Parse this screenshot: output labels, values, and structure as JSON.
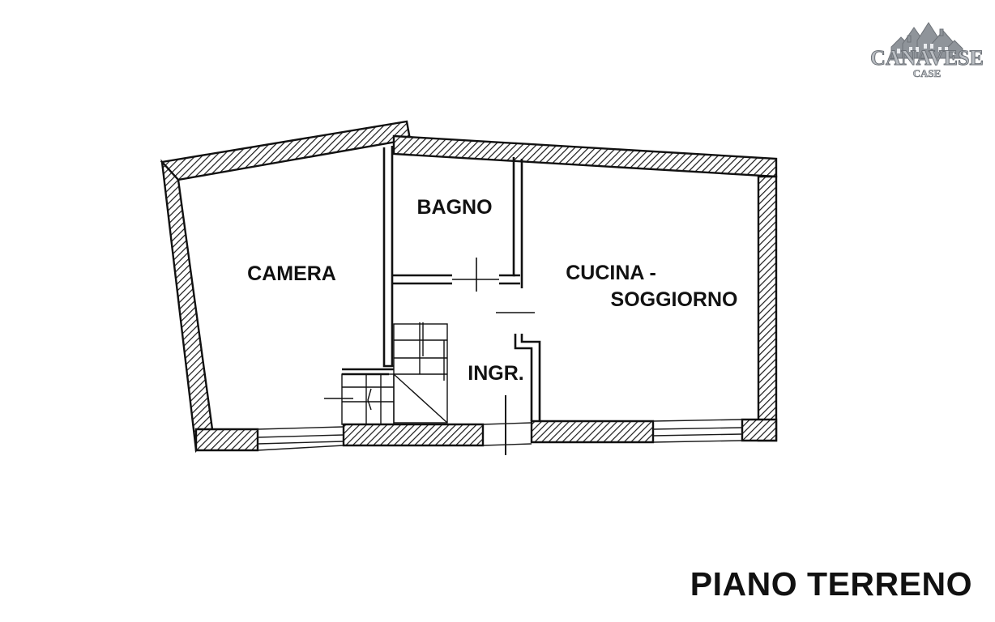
{
  "logo": {
    "brand": "CANAVESE",
    "sub": "CASE"
  },
  "rooms": {
    "camera": "CAMERA",
    "bagno": "BAGNO",
    "cucina_line1": "CUCINA -",
    "cucina_line2": "SOGGIORNO",
    "ingresso": "INGR."
  },
  "floor_title": "PIANO TERRENO",
  "colors": {
    "wall": "#1a1a1a",
    "label": "#111111",
    "logo": "#8a8e94"
  }
}
